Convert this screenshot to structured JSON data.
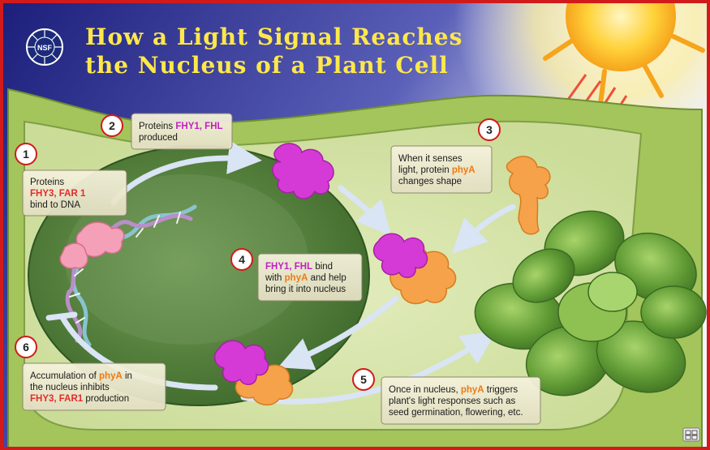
{
  "title": {
    "line1": "How a Light Signal Reaches",
    "line2": "the Nucleus of a Plant Cell"
  },
  "logo": {
    "text": "NSF"
  },
  "icons": {
    "logo": "nsf-logo-icon",
    "sun": "sun-icon",
    "plant": "plant-icon",
    "dna": "dna-icon",
    "credit": "credit-logo-icon"
  },
  "colors": {
    "pink_protein": "#d63ad6",
    "orange_protein": "#f6a24a",
    "cell_wall": "#9fc05a",
    "nucleus": "#4f7a3a",
    "frame": "#d11b1b"
  },
  "steps": [
    {
      "number": "1",
      "lines": [
        [
          {
            "t": "Proteins",
            "c": ""
          }
        ],
        [
          {
            "t": "FHY3, FAR 1",
            "c": "red"
          }
        ],
        [
          {
            "t": "bind to DNA",
            "c": ""
          }
        ]
      ]
    },
    {
      "number": "2",
      "lines": [
        [
          {
            "t": "Proteins ",
            "c": ""
          },
          {
            "t": "FHY1, FHL",
            "c": "pink"
          }
        ],
        [
          {
            "t": "produced",
            "c": ""
          }
        ]
      ]
    },
    {
      "number": "3",
      "lines": [
        [
          {
            "t": "When it senses",
            "c": ""
          }
        ],
        [
          {
            "t": "light, protein ",
            "c": ""
          },
          {
            "t": "phyA",
            "c": "orange"
          }
        ],
        [
          {
            "t": "changes shape",
            "c": ""
          }
        ]
      ]
    },
    {
      "number": "4",
      "lines": [
        [
          {
            "t": "FHY1, FHL",
            "c": "pink"
          },
          {
            "t": " bind",
            "c": ""
          }
        ],
        [
          {
            "t": "with ",
            "c": ""
          },
          {
            "t": "phyA",
            "c": "orange"
          },
          {
            "t": " and help",
            "c": ""
          }
        ],
        [
          {
            "t": "bring it into nucleus",
            "c": ""
          }
        ]
      ]
    },
    {
      "number": "5",
      "lines": [
        [
          {
            "t": "Once in nucleus, ",
            "c": ""
          },
          {
            "t": "phyA",
            "c": "orange"
          },
          {
            "t": " triggers",
            "c": ""
          }
        ],
        [
          {
            "t": "plant's light responses such as",
            "c": ""
          }
        ],
        [
          {
            "t": "seed germination, flowering, etc.",
            "c": ""
          }
        ]
      ]
    },
    {
      "number": "6",
      "lines": [
        [
          {
            "t": "Accumulation of ",
            "c": ""
          },
          {
            "t": "phyA",
            "c": "orange"
          },
          {
            "t": " in",
            "c": ""
          }
        ],
        [
          {
            "t": "the nucleus inhibits",
            "c": ""
          }
        ],
        [
          {
            "t": "FHY3, FAR1",
            "c": "red"
          },
          {
            "t": " production",
            "c": ""
          }
        ]
      ]
    }
  ]
}
